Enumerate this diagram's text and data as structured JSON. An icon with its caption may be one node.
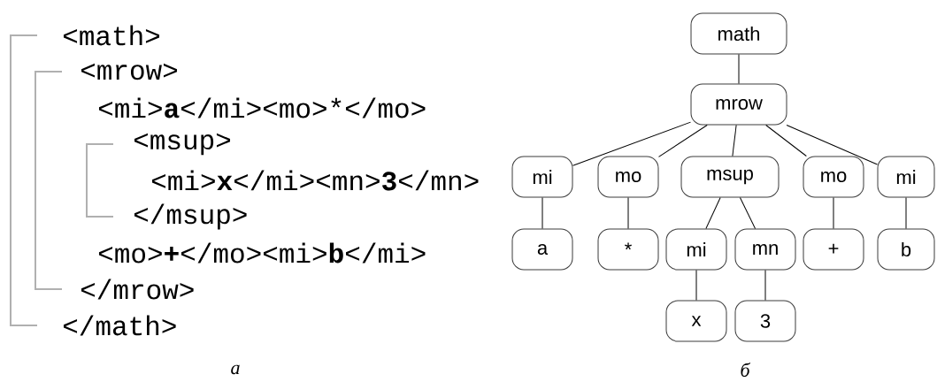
{
  "diagram": {
    "nodes": [
      {
        "text": [
          "math"
        ]
      },
      {
        "text": [
          "mrow"
        ]
      },
      {
        "text": [
          "mi"
        ]
      },
      {
        "text": [
          "mo"
        ]
      },
      {
        "text": [
          "msup"
        ]
      },
      {
        "text": [
          "mo"
        ]
      },
      {
        "text": [
          "mi"
        ]
      },
      {
        "text": [
          "a"
        ]
      },
      {
        "text": [
          "*"
        ]
      },
      {
        "text": [
          "mi"
        ]
      },
      {
        "text": [
          "mn"
        ]
      },
      {
        "text": [
          "+"
        ]
      },
      {
        "text": [
          "b"
        ]
      },
      {
        "text": [
          "x"
        ]
      },
      {
        "text": [
          "3"
        ]
      }
    ],
    "edges": [
      {
        "from": 0,
        "to": 1,
        "arrow": "none"
      },
      {
        "from": 1,
        "to": 2,
        "arrow": "none"
      },
      {
        "from": 1,
        "to": 3,
        "arrow": "none"
      },
      {
        "from": 1,
        "to": 4,
        "arrow": "none"
      },
      {
        "from": 1,
        "to": 5,
        "arrow": "none"
      },
      {
        "from": 1,
        "to": 6,
        "arrow": "none"
      },
      {
        "from": 2,
        "to": 7,
        "arrow": "none"
      },
      {
        "from": 3,
        "to": 8,
        "arrow": "none"
      },
      {
        "from": 4,
        "to": 9,
        "arrow": "none"
      },
      {
        "from": 4,
        "to": 10,
        "arrow": "none"
      },
      {
        "from": 5,
        "to": 11,
        "arrow": "none"
      },
      {
        "from": 6,
        "to": 12,
        "arrow": "none"
      },
      {
        "from": 9,
        "to": 13,
        "arrow": "none"
      },
      {
        "from": 10,
        "to": 14,
        "arrow": "none"
      }
    ],
    "labels": [
      "<math>",
      "<mrow>",
      "<mi>**a**</mi><mo>*</mo>",
      "<msup>",
      "<mi>**x**</mi><mn>**3**</mn>",
      "</msup>",
      "<mo>**+**</mo><mi>**b**</mi>",
      "</mrow>",
      "</math>",
      "а",
      "б"
    ]
  }
}
